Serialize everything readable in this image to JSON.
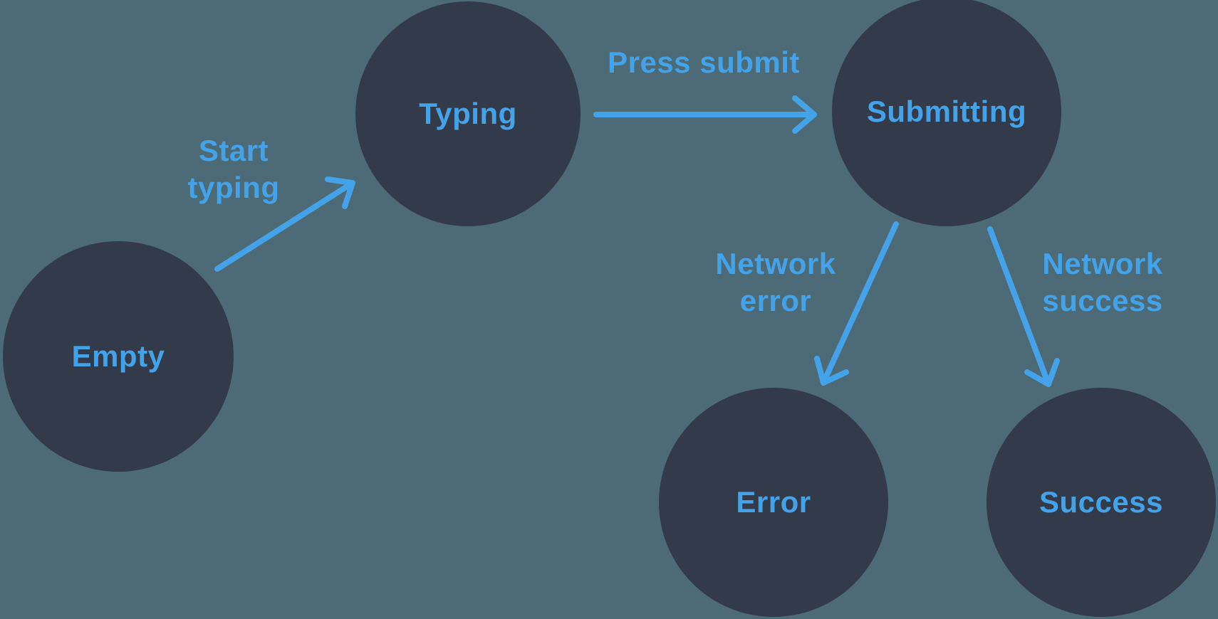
{
  "diagram": {
    "type": "state-machine",
    "colors": {
      "background": "#4D6A77",
      "node_fill": "#333B4B",
      "accent": "#44A3E8"
    },
    "nodes": [
      {
        "id": "empty",
        "label": "Empty"
      },
      {
        "id": "typing",
        "label": "Typing"
      },
      {
        "id": "submitting",
        "label": "Submitting"
      },
      {
        "id": "error",
        "label": "Error"
      },
      {
        "id": "success",
        "label": "Success"
      }
    ],
    "edges": [
      {
        "from": "empty",
        "to": "typing",
        "label": "Start\ntyping"
      },
      {
        "from": "typing",
        "to": "submitting",
        "label": "Press submit"
      },
      {
        "from": "submitting",
        "to": "error",
        "label": "Network\nerror"
      },
      {
        "from": "submitting",
        "to": "success",
        "label": "Network\nsuccess"
      }
    ]
  }
}
